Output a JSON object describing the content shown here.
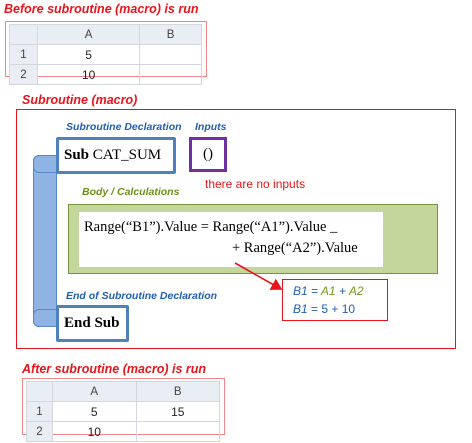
{
  "before": {
    "title": "Before subroutine (macro) is run",
    "columns": [
      "A",
      "B"
    ],
    "rows": [
      {
        "num": "1",
        "a": "5",
        "b": ""
      },
      {
        "num": "2",
        "a": "10",
        "b": ""
      }
    ]
  },
  "subroutine": {
    "title": "Subroutine (macro)",
    "decl_label": "Subroutine Declaration",
    "inputs_label": "Inputs",
    "sub_keyword": "Sub",
    "sub_name": "CAT_SUM",
    "parens": "()",
    "no_inputs_note": "there are no inputs",
    "body_label": "Body / Calculations",
    "code_line1": "Range(“B1”).Value = Range(“A1”).Value _",
    "code_line2": "+ Range(“A2”).Value",
    "end_label": "End of Subroutine Declaration",
    "end_keyword": "End Sub",
    "eq1": {
      "lhs": "B1",
      "eq": " = ",
      "a1": "A1",
      "plus": " + ",
      "a2": "A2"
    },
    "eq2": {
      "lhs": "B1",
      "rest": " = 5 + 10"
    },
    "colors": {
      "frame": "#e8141b",
      "declaration": "#4f81bd",
      "inputs": "#7030a0",
      "body": "#c3d69b",
      "label_blue": "#1f5fb5",
      "label_green": "#6e8f1a"
    }
  },
  "after": {
    "title": "After subroutine (macro) is run",
    "columns": [
      "A",
      "B"
    ],
    "rows": [
      {
        "num": "1",
        "a": "5",
        "b": "15"
      },
      {
        "num": "2",
        "a": "10",
        "b": ""
      }
    ]
  }
}
